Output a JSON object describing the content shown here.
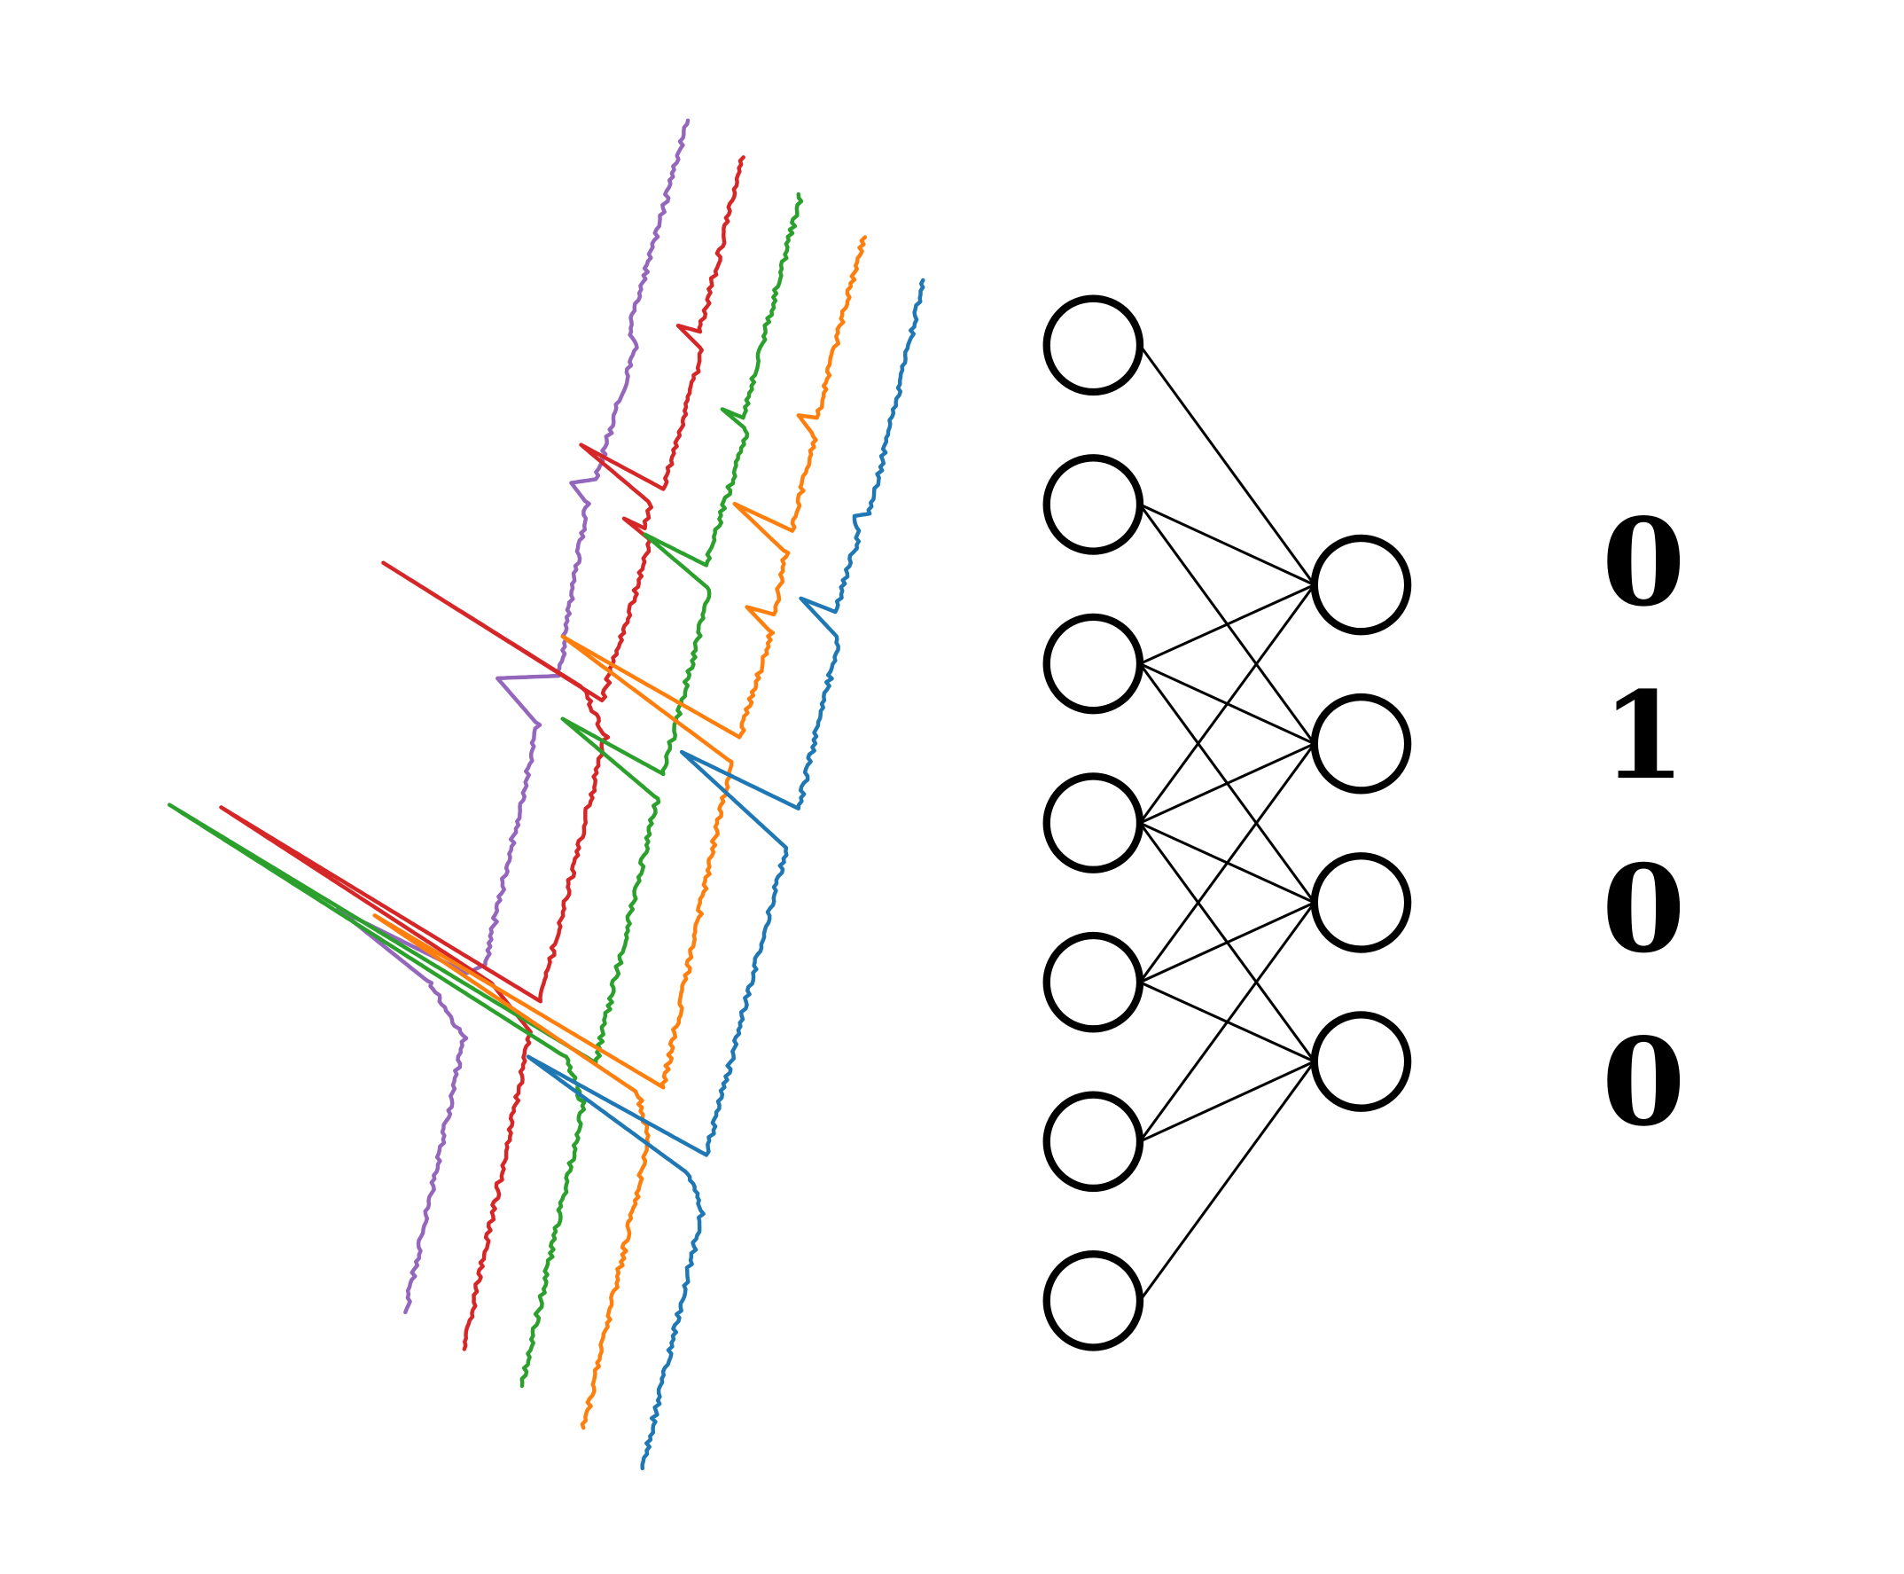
{
  "traces": [
    {
      "name": "purple",
      "color": "#9467bd"
    },
    {
      "name": "red",
      "color": "#d62728"
    },
    {
      "name": "green",
      "color": "#2ca02c"
    },
    {
      "name": "orange",
      "color": "#ff7f0e"
    },
    {
      "name": "blue",
      "color": "#1f77b4"
    }
  ],
  "network": {
    "input_nodes": 7,
    "output_nodes": 4,
    "kernel_size": 4
  },
  "output_labels": [
    "0",
    "1",
    "0",
    "0"
  ]
}
